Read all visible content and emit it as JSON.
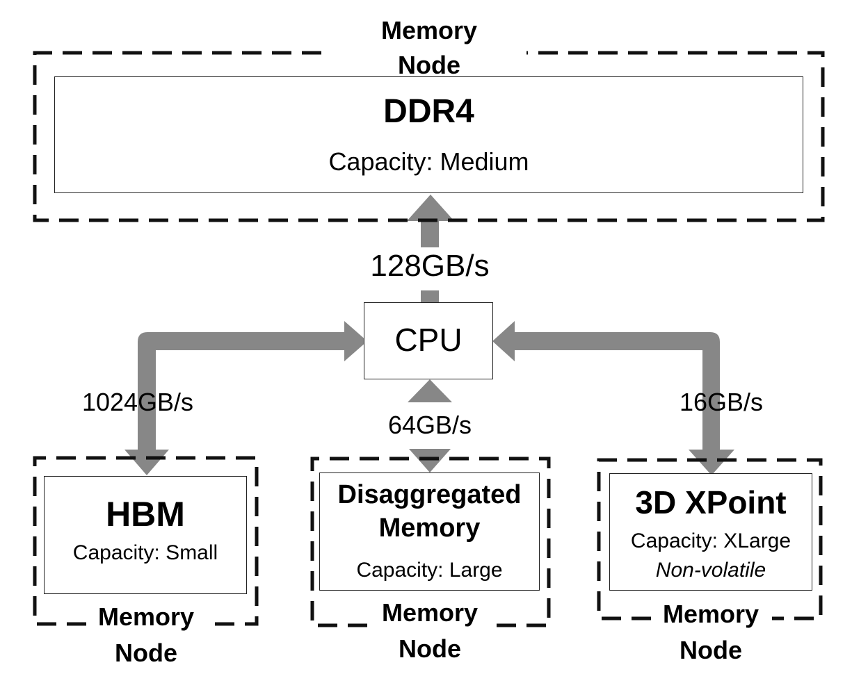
{
  "colors": {
    "arrow": "#878787",
    "border": "#111111",
    "background": "#ffffff"
  },
  "node_label": {
    "line1": "Memory",
    "line2": "Node"
  },
  "cpu": {
    "label": "CPU"
  },
  "ddr4": {
    "title": "DDR4",
    "capacity": "Capacity: Medium",
    "bandwidth": "128GB/s"
  },
  "hbm": {
    "title": "HBM",
    "capacity": "Capacity: Small",
    "bandwidth": "1024GB/s"
  },
  "disagg": {
    "title_line1": "Disaggregated",
    "title_line2": "Memory",
    "capacity": "Capacity: Large",
    "bandwidth": "64GB/s"
  },
  "xpoint": {
    "title": "3D XPoint",
    "capacity": "Capacity: XLarge",
    "note": "Non-volatile",
    "bandwidth": "16GB/s"
  }
}
